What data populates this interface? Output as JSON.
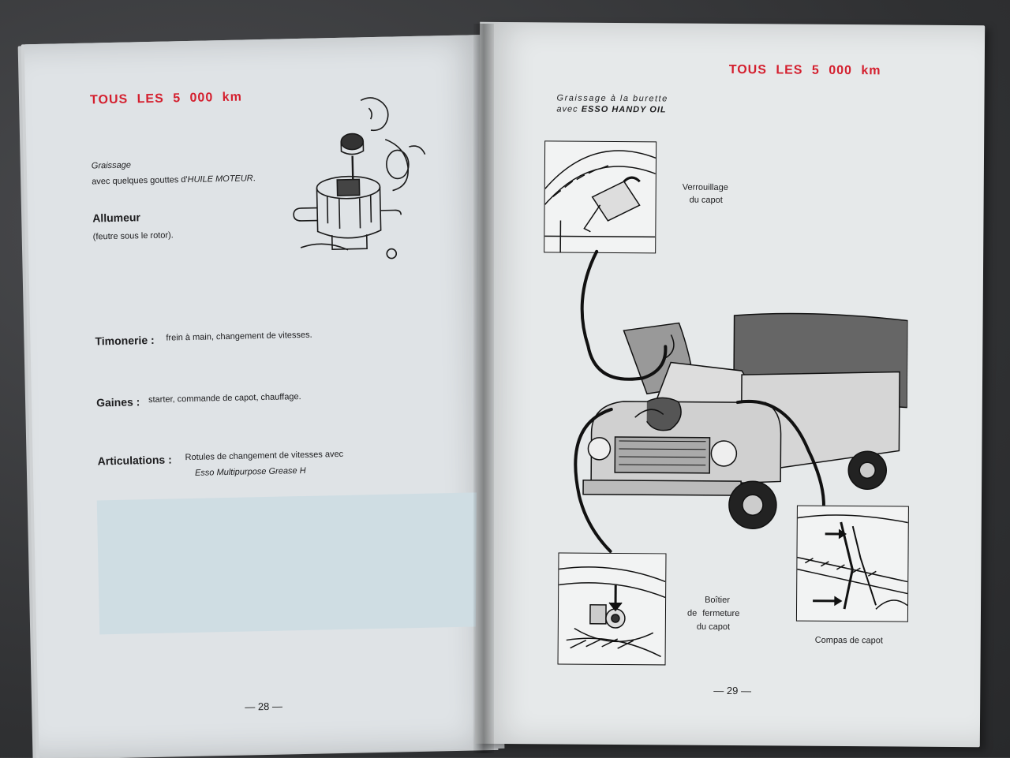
{
  "left_page": {
    "heading": "TOUS  LES  5 000  km",
    "graissage_label": "Graissage",
    "graissage_detail_prefix": "avec quelques gouttes d'",
    "graissage_detail_oil": "HUILE MOTEUR",
    "graissage_detail_suffix": ".",
    "allumeur_label": "Allumeur",
    "allumeur_detail": "(feutre sous le rotor).",
    "timonerie_label": "Timonerie :",
    "timonerie_detail": "frein à main, changement de vitesses.",
    "gaines_label": "Gaines :",
    "gaines_detail": "starter, commande de capot, chauffage.",
    "articulations_label": "Articulations :",
    "articulations_detail": "Rotules de changement de vitesses avec",
    "articulations_grease": "Esso Multipurpose Grease H",
    "page_number": "— 28 —"
  },
  "right_page": {
    "heading": "TOUS  LES  5 000  km",
    "subheading_line1": "Graissage à la burette",
    "subheading_line2_prefix": "avec ",
    "subheading_line2_product": "ESSO HANDY OIL",
    "verrouillage_line1": "Verrouillage",
    "verrouillage_line2": "du capot",
    "boitier_line1": "Boîtier",
    "boitier_line2": "de  fermeture",
    "boitier_line3": "du capot",
    "compas_label": "Compas de capot",
    "page_number": "— 29 —"
  },
  "colors": {
    "heading_red": "#d41f2e",
    "page_left": "#dfe3e6",
    "page_right": "#e6e9ea",
    "blue_panel": "#cfdde3",
    "background": "#3a3b3d"
  },
  "icons": [
    "distributor-illustration",
    "hood-lock-illustration",
    "pickup-truck-illustration",
    "hood-latch-illustration",
    "hood-stay-illustration"
  ]
}
